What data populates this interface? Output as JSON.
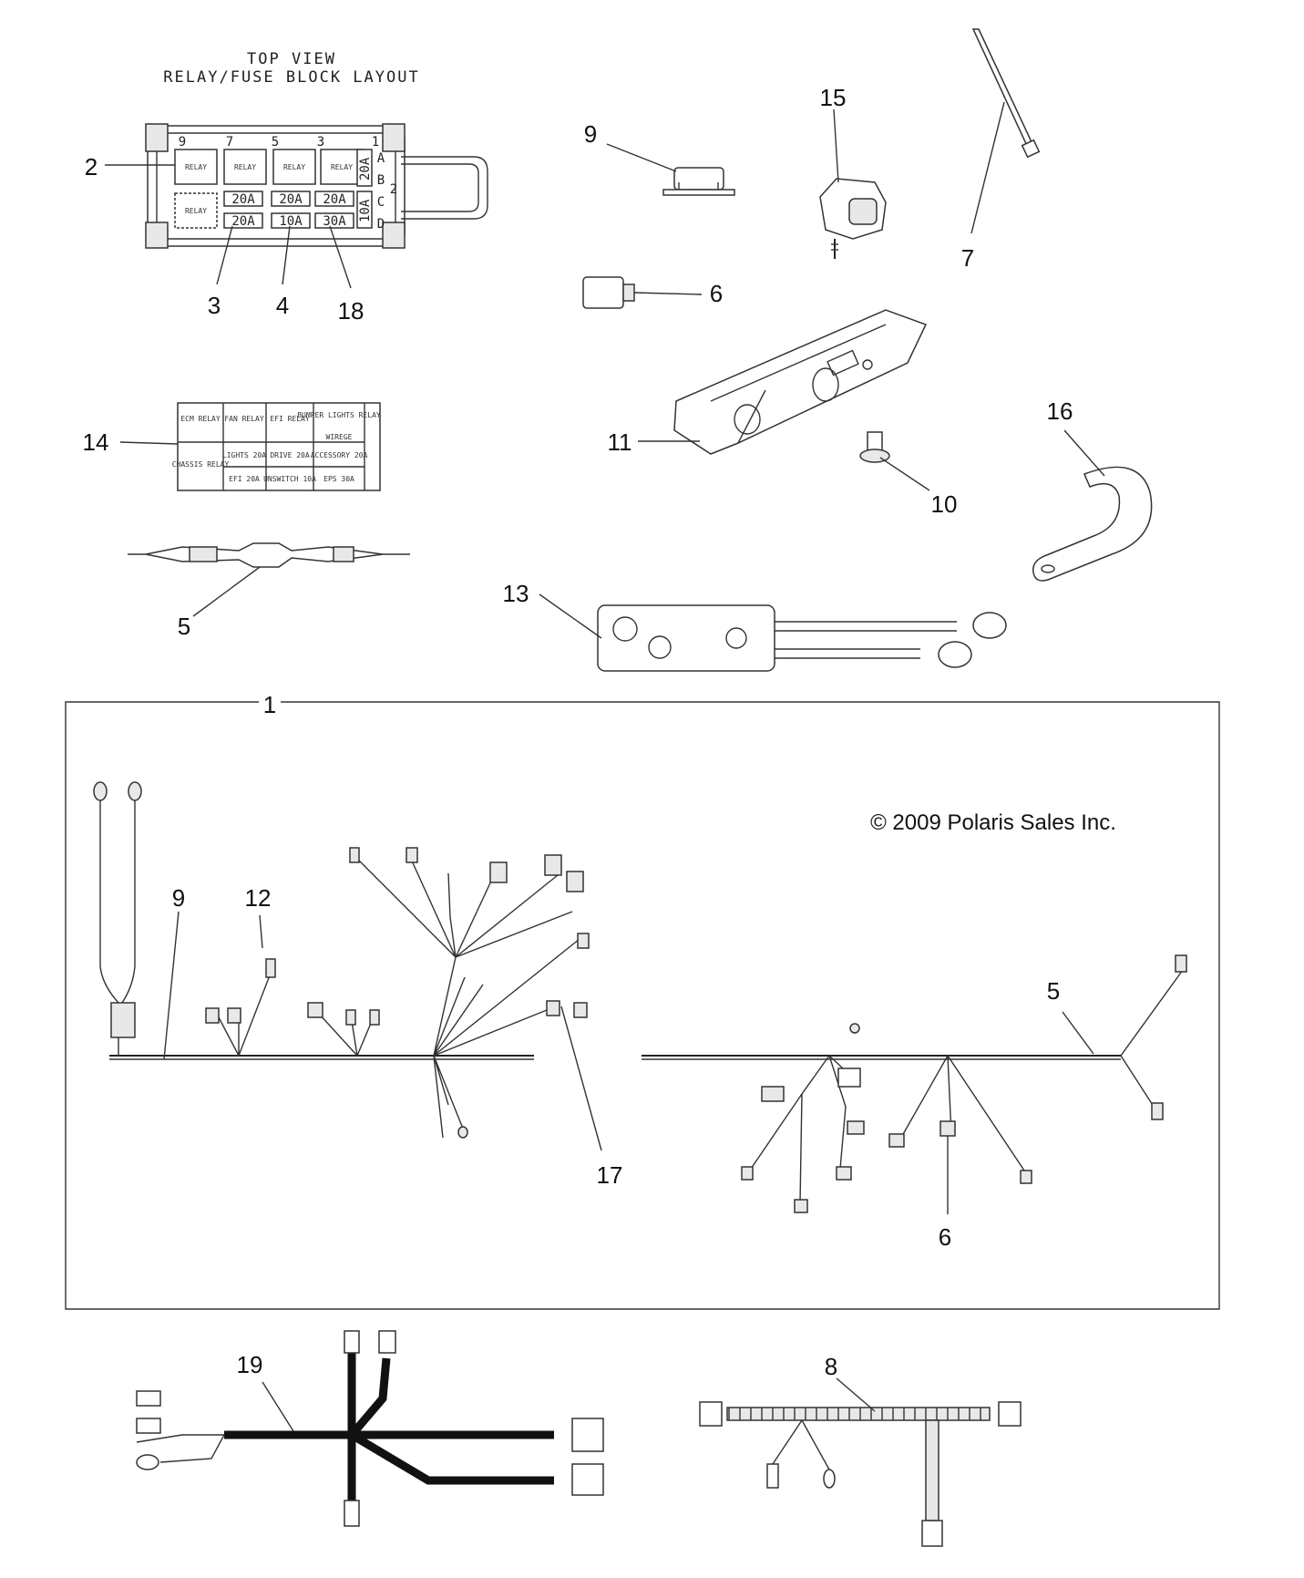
{
  "diagram": {
    "title_line1": "TOP VIEW",
    "title_line2": "RELAY/FUSE BLOCK LAYOUT",
    "copyright": "© 2009 Polaris Sales Inc."
  },
  "fuse_block": {
    "slot_numbers": [
      "9",
      "7",
      "5",
      "3",
      "1"
    ],
    "row_letters": [
      "A",
      "B",
      "C",
      "D"
    ],
    "relay_label": "RELAY",
    "fuses_row1": [
      "20A",
      "20A",
      "20A"
    ],
    "fuses_row2": [
      "20A",
      "10A",
      "30A"
    ],
    "side_fuses": [
      "20A",
      "10A"
    ],
    "side_number": "2"
  },
  "label_card": {
    "r1c1": "ECM RELAY",
    "r1c2": "FAN RELAY",
    "r1c3": "EFI RELAY",
    "r1c4": "BUMPER LIGHTS RELAY",
    "r1c4b": "WIREGE",
    "r2c1": "CHASSIS RELAY",
    "r2c2": "LIGHTS 20A",
    "r2c3": "DRIVE 20A",
    "r2c4": "ACCESSORY 20A",
    "r3c2": "EFI 20A",
    "r3c3": "UNSWITCH 10A",
    "r3c4": "EPS 30A"
  },
  "callouts": {
    "c2": "2",
    "c3": "3",
    "c4": "4",
    "c18": "18",
    "c9a": "9",
    "c15": "15",
    "c7": "7",
    "c6a": "6",
    "c14": "14",
    "c11": "11",
    "c10": "10",
    "c16": "16",
    "c5a": "5",
    "c13": "13",
    "c1": "1",
    "c9b": "9",
    "c12": "12",
    "c17": "17",
    "c5b": "5",
    "c6b": "6",
    "c19": "19",
    "c8": "8"
  },
  "icons": [
    "relay-fuse-block",
    "fuse-label-card",
    "inline-fuse-holder",
    "circuit-breaker",
    "terminal-connector",
    "cable-tie",
    "mounting-bracket",
    "push-rivet",
    "p-clamp",
    "ground-strap",
    "main-wire-harness",
    "relay-harness",
    "corrugated-harness"
  ]
}
